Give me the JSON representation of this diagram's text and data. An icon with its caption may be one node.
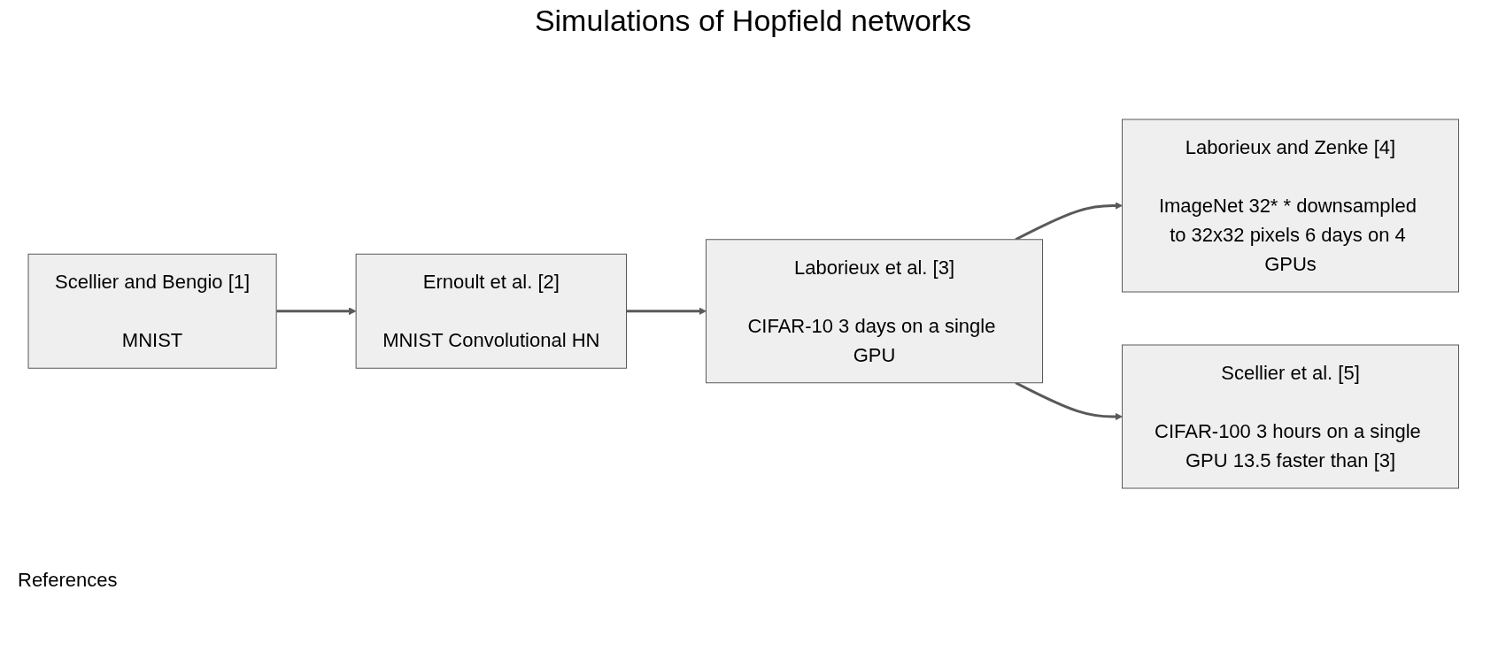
{
  "diagram": {
    "title": "Simulations of Hopfield networks",
    "nodes": [
      {
        "text": [
          "Scellier and Bengio [1]",
          "MNIST"
        ]
      },
      {
        "text": [
          "Ernoult et al. [2]",
          "MNIST Convolutional HN"
        ]
      },
      {
        "text": [
          "Laborieux et al. [3]",
          "CIFAR-10 3 days on a single GPU"
        ]
      },
      {
        "text": [
          "Laborieux and Zenke [4]",
          "ImageNet 32* * downsampled to 32x32 pixels 6 days on 4 GPUs"
        ]
      },
      {
        "text": [
          "Scellier et al. [5]",
          "CIFAR-100 3 hours on a single GPU 13.5 faster than [3]"
        ]
      }
    ],
    "edges": [
      {
        "from": 0,
        "to": 1,
        "arrow": "to"
      },
      {
        "from": 1,
        "to": 2,
        "arrow": "to"
      },
      {
        "from": 2,
        "to": 3,
        "arrow": "to"
      },
      {
        "from": 2,
        "to": 4,
        "arrow": "to"
      }
    ],
    "labels": [
      "References"
    ]
  }
}
